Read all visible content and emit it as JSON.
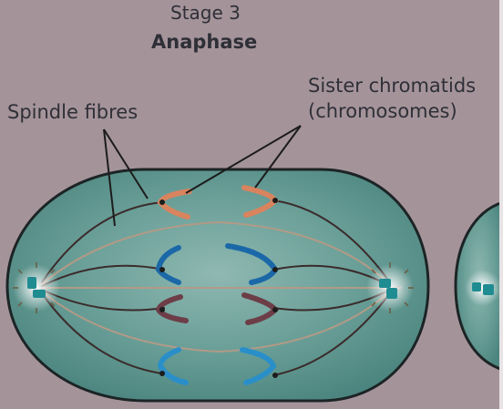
{
  "labels": {
    "stage": "Stage 3",
    "phase": "Anaphase",
    "spindle_fibres": "Spindle fibres",
    "sister_line1": "Sister chromatids",
    "sister_line2": "(chromosomes)"
  },
  "colors": {
    "background": "#a4949a",
    "cell_fill": "#4f8c86",
    "cell_outline": "#1c2425",
    "fibre": "#3b2b2b",
    "fibre_light": "#b29a86",
    "chromatid_orange": "#d9845e",
    "chromatid_blue": "#1b68a8",
    "chromatid_maroon": "#6d3e47",
    "chromatid_lightblue": "#2a8fc9",
    "centriole": "#1f8c92"
  }
}
